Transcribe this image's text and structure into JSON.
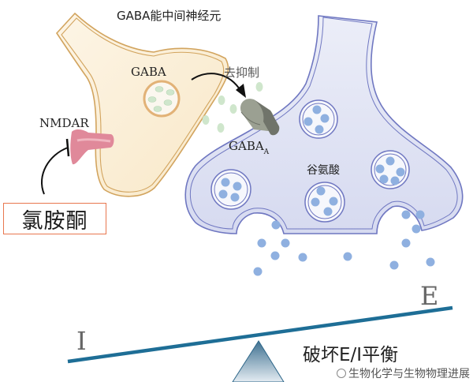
{
  "diagram": {
    "title": "GABA能中间神经元",
    "labels": {
      "gaba": "GABA",
      "disinhibition": "去抑制",
      "nmdar": "NMDAR",
      "gaba_a_main": "GABA",
      "gaba_a_sub": "A",
      "glutamate": "谷氨酸",
      "ketamine": "氯胺酮",
      "excitation": "E",
      "inhibition": "I",
      "imbalance": "破坏E/I平衡"
    },
    "watermark": "生物化学与生物物理进展",
    "colors": {
      "interneuron_fill": "#fbf0da",
      "interneuron_stroke": "#d2a45e",
      "pyramidal_fill": "#dfe2f3",
      "pyramidal_stroke": "#6f77c1",
      "gaba_vesicle": "#cfe6cc",
      "glutamate_dot": "#8fb0e0",
      "nmdar": "#e0899a",
      "gaba_a_receptor": "#8b8f84",
      "seesaw_beam": "#1e6e96",
      "ketamine_border": "#e8774f"
    }
  }
}
